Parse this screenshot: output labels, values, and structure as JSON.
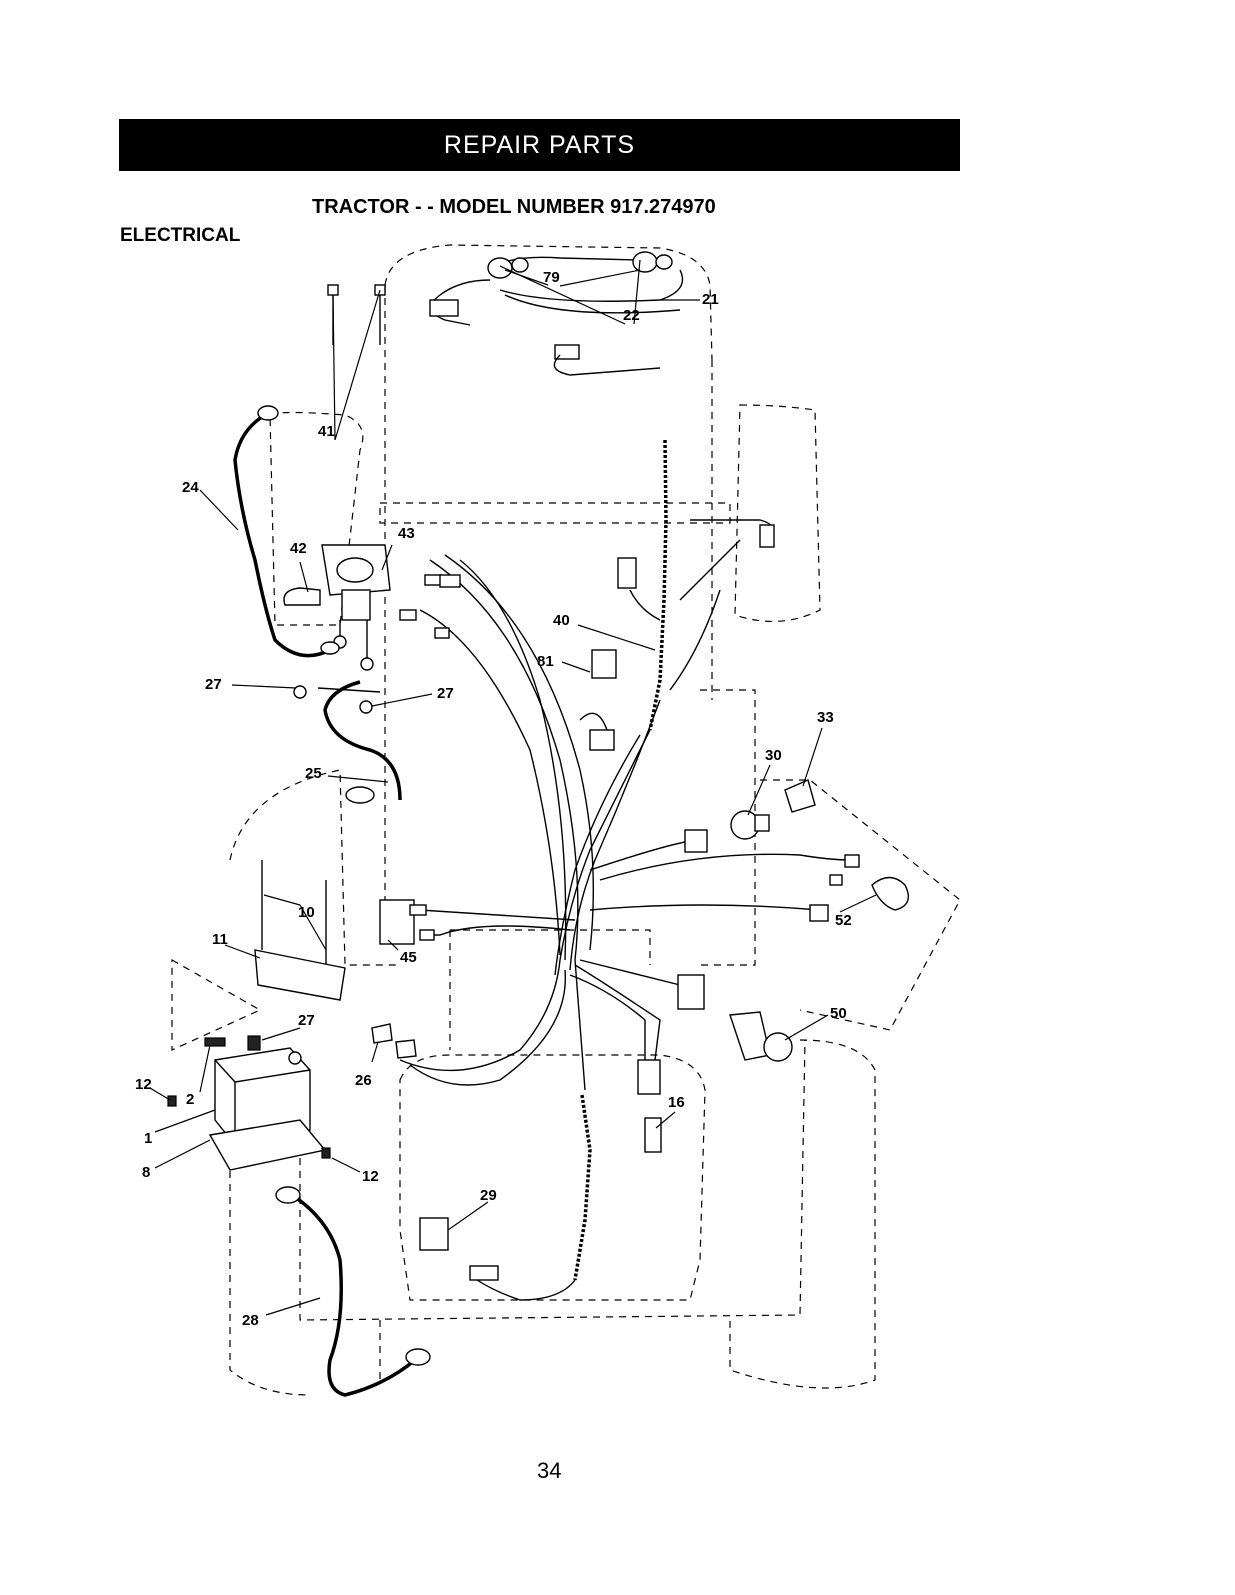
{
  "header": {
    "banner": "REPAIR PARTS",
    "model_title": "TRACTOR - - MODEL NUMBER 917.274970"
  },
  "section": {
    "label": "ELECTRICAL"
  },
  "footer": {
    "page_number": "34"
  },
  "callouts": [
    "22",
    "79",
    "21",
    "41",
    "24",
    "43",
    "42",
    "40",
    "81",
    "27",
    "27",
    "33",
    "30",
    "25",
    "10",
    "11",
    "45",
    "52",
    "27",
    "50",
    "12",
    "2",
    "26",
    "16",
    "1",
    "8",
    "12",
    "29",
    "28"
  ]
}
